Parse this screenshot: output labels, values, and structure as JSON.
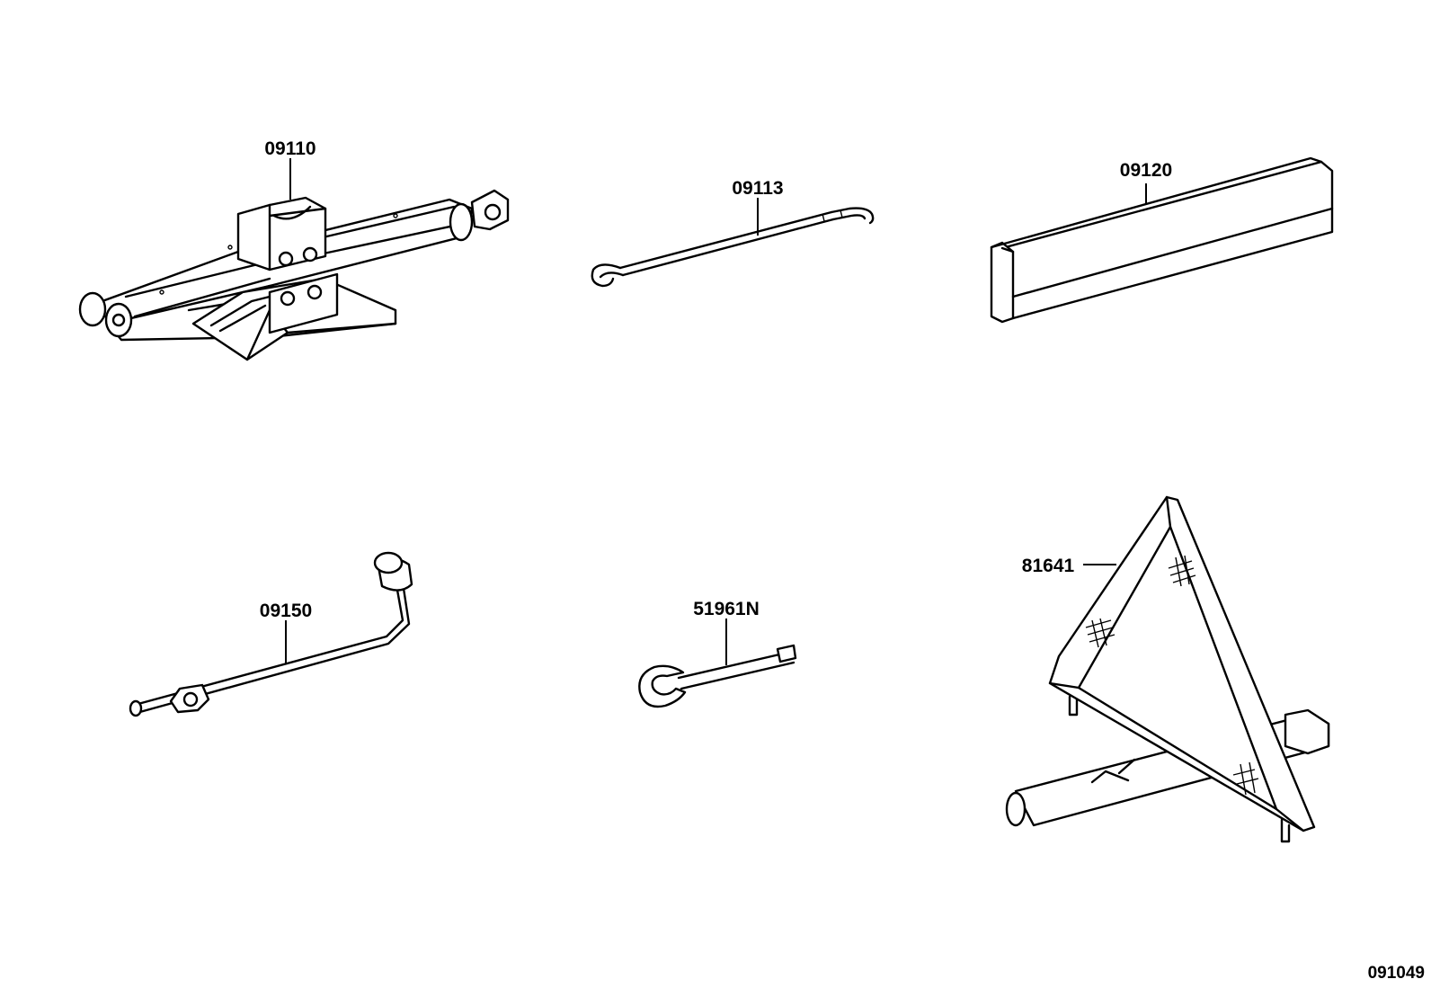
{
  "parts": {
    "jack": "09110",
    "jack_handle": "09113",
    "wooden_block": "09120",
    "wheel_nut_wrench": "09150",
    "tool": "51961N",
    "warning_triangle": "81641"
  },
  "reference": "091049"
}
